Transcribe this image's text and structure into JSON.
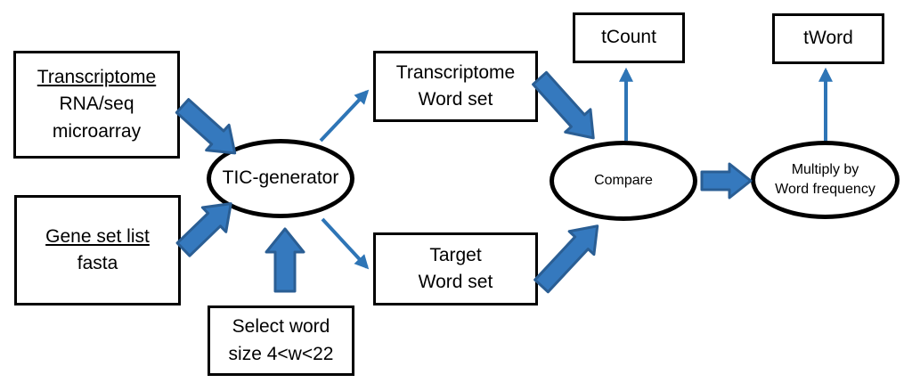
{
  "diagram": {
    "nodes": {
      "transcriptome_input": {
        "line1": "Transcriptome",
        "line2": "RNA/seq",
        "line3": "microarray"
      },
      "gene_set_input": {
        "line1": "Gene set list",
        "line2": "fasta"
      },
      "select_word_size": {
        "line1": "Select word",
        "line2": "size 4<w<22"
      },
      "tic_generator": {
        "label": "TIC-generator"
      },
      "transcriptome_word_set": {
        "line1": "Transcriptome",
        "line2": "Word set"
      },
      "target_word_set": {
        "line1": "Target",
        "line2": "Word set"
      },
      "compare": {
        "label": "Compare"
      },
      "multiply_by_word_frequency": {
        "line1": "Multiply by",
        "line2": "Word frequency"
      },
      "tcount_output": {
        "label": "tCount"
      },
      "tword_output": {
        "label": "tWord"
      }
    },
    "colors": {
      "block_arrow_fill": "#3579BE",
      "block_arrow_border": "#2A5E94",
      "thin_arrow": "#2E75B6",
      "node_border": "#000000",
      "node_fill": "#FFFFFF"
    }
  }
}
